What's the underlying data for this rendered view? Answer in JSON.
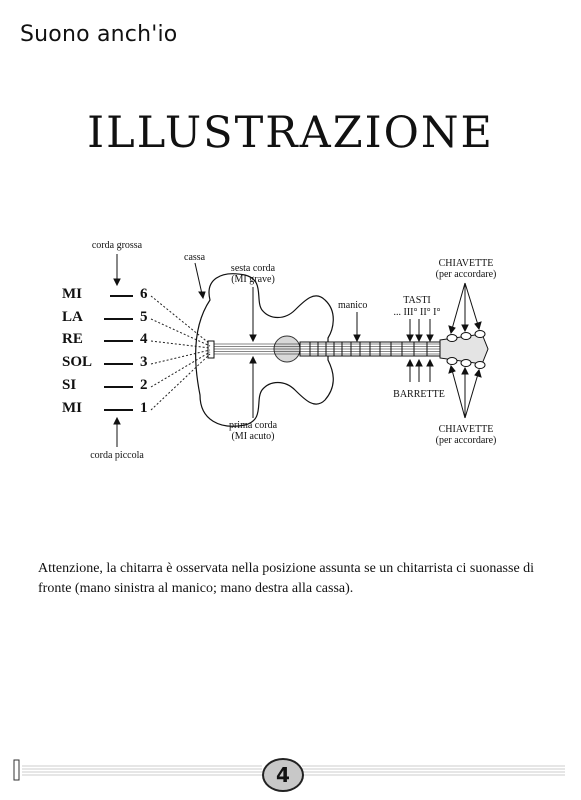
{
  "header": {
    "title": "Suono anch'io"
  },
  "heading": "ILLUSTRAZIONE",
  "strings": [
    {
      "note": "MI",
      "number": "6"
    },
    {
      "note": "LA",
      "number": "5"
    },
    {
      "note": "RE",
      "number": "4"
    },
    {
      "note": "SOL",
      "number": "3"
    },
    {
      "note": "SI",
      "number": "2"
    },
    {
      "note": "MI",
      "number": "1"
    }
  ],
  "labels": {
    "corda_grossa": "corda grossa",
    "corda_piccola": "corda piccola",
    "cassa": "cassa",
    "sesta_corda": "sesta corda",
    "sesta_corda_sub": "(MI grave)",
    "prima_corda": "prima corda",
    "prima_corda_sub": "(MI acuto)",
    "manico": "manico",
    "tasti": "TASTI",
    "tasti_sub": "... III° II° I°",
    "barrette": "BARRETTE",
    "chiavette_top": "CHIAVETTE",
    "chiavette_top_sub": "(per accordare)",
    "chiavette_bottom": "CHIAVETTE",
    "chiavette_bottom_sub": "(per accordare)"
  },
  "caption": "Attenzione, la chitarra è osservata nella posizione assunta se un chitarrista ci suonasse di fronte (mano sinistra al manico; mano destra alla cassa).",
  "footer": {
    "page_number": "4"
  }
}
